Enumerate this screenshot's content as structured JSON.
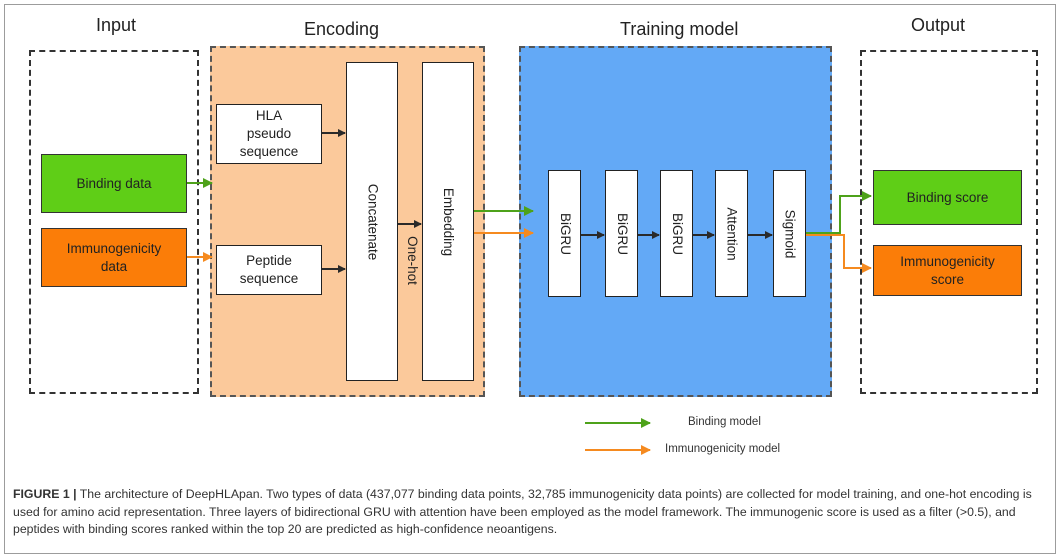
{
  "sections": {
    "input": "Input",
    "encoding": "Encoding",
    "training": "Training model",
    "output": "Output"
  },
  "input_boxes": {
    "binding": "Binding data",
    "immuno_line1": "Immunogenicity",
    "immuno_line2": "data"
  },
  "encoding_boxes": {
    "hla_line1": "HLA",
    "hla_line2": "pseudo",
    "hla_line3": "sequence",
    "peptide_line1": "Peptide",
    "peptide_line2": "sequence",
    "concatenate": "Concatenate",
    "onehot": "One-hot",
    "embedding": "Embedding"
  },
  "model_layers": [
    "BiGRU",
    "BiGRU",
    "BiGRU",
    "Attention",
    "Sigmoid"
  ],
  "output_boxes": {
    "binding": "Binding score",
    "immuno_line1": "Immunogenicity",
    "immuno_line2": "score"
  },
  "legend": {
    "binding": "Binding model",
    "immuno": "Immunogenicity model"
  },
  "colors": {
    "green_arrow": "#4ea21a",
    "orange_arrow": "#f58a1f",
    "encoding_bg": "#fbc99b",
    "training_bg": "#63a9f6",
    "binding_fill": "#5fce17",
    "immuno_fill": "#fb7d08"
  },
  "caption": {
    "label": "FIGURE 1 |",
    "text": "The architecture of DeepHLApan. Two types of data (437,077 binding data points, 32,785 immunogenicity data points) are collected for model training, and one-hot encoding is used for amino acid representation. Three layers of bidirectional GRU with attention have been employed as the model framework. The immunogenic score is used as a filter (>0.5), and peptides with binding scores ranked within the top 20 are predicted as high-confidence neoantigens."
  }
}
